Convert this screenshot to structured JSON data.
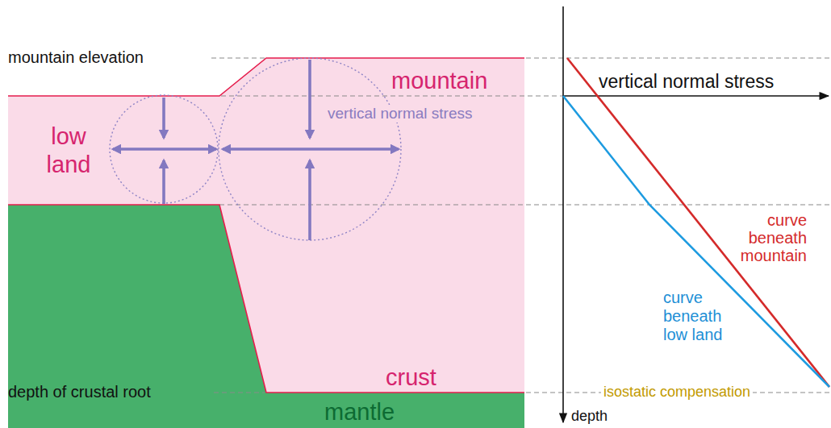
{
  "diagram": {
    "nodes": [
      {
        "text": [
          "mountain",
          "vertical normal stress",
          "low land",
          "crust"
        ]
      },
      {
        "text": [
          "mantle"
        ]
      }
    ],
    "labels": [
      "mountain elevation",
      "depth of crustal root",
      "vertical normal stress",
      "depth",
      "curve beneath mountain",
      "curve beneath low land",
      "isostatic compensation"
    ]
  }
}
